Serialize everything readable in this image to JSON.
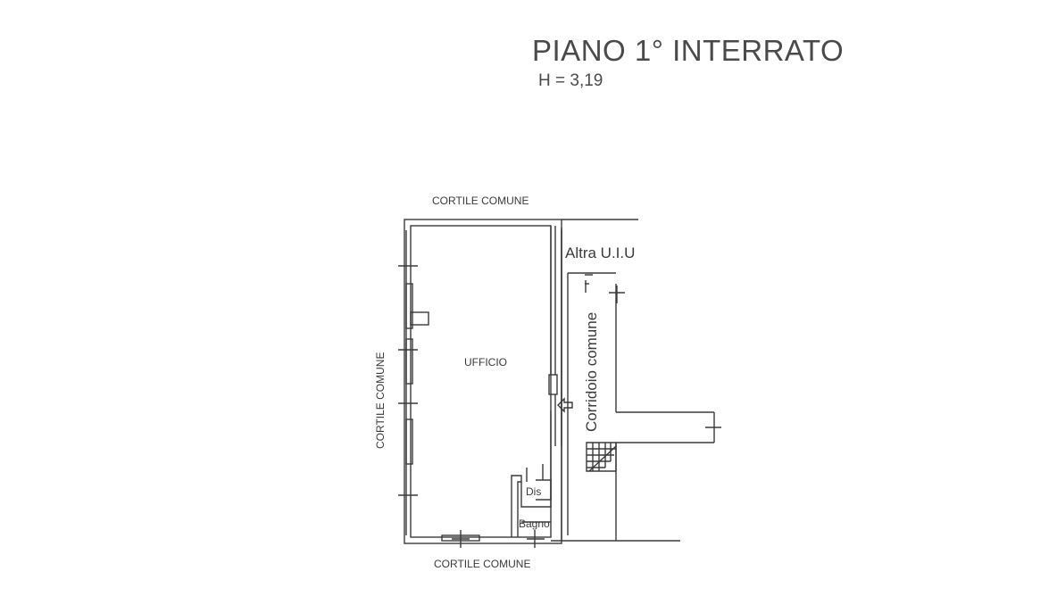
{
  "header": {
    "title": "PIANO 1° INTERRATO",
    "height_note": "H = 3,19"
  },
  "labels": {
    "courtyard_top": "CORTILE COMUNE",
    "courtyard_left": "CORTILE COMUNE",
    "courtyard_bottom": "CORTILE COMUNE",
    "other_unit": "Altra  U.I.U",
    "common_corridor": "Corridoio comune",
    "office": "UFFICIO",
    "dis": "Dis",
    "bathroom": "Bagno"
  },
  "colors": {
    "ink": "#3a3a3a",
    "background": "#ffffff"
  }
}
